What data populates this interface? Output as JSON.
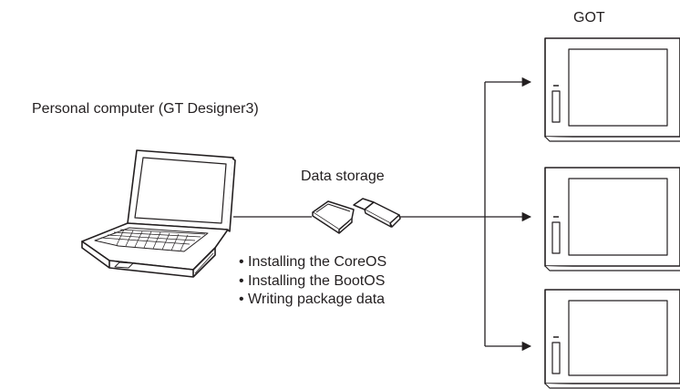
{
  "labels": {
    "pc": "Personal computer (GT Designer3)",
    "got": "GOT",
    "storage": "Data storage"
  },
  "operations": [
    "• Installing the CoreOS",
    "• Installing the BootOS",
    "• Writing package data"
  ],
  "icons": {
    "computer": "laptop-icon",
    "sd": "sd-card-icon",
    "usb": "usb-drive-icon",
    "got": "got-display-icon"
  },
  "colors": {
    "line": "#231f20",
    "background": "#ffffff"
  }
}
